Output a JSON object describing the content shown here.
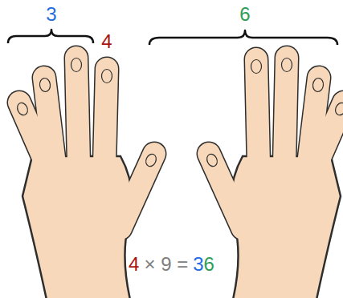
{
  "diagram": {
    "labels": [
      "3",
      "4",
      "6",
      "4",
      "× 9 =",
      "3",
      "6"
    ]
  }
}
